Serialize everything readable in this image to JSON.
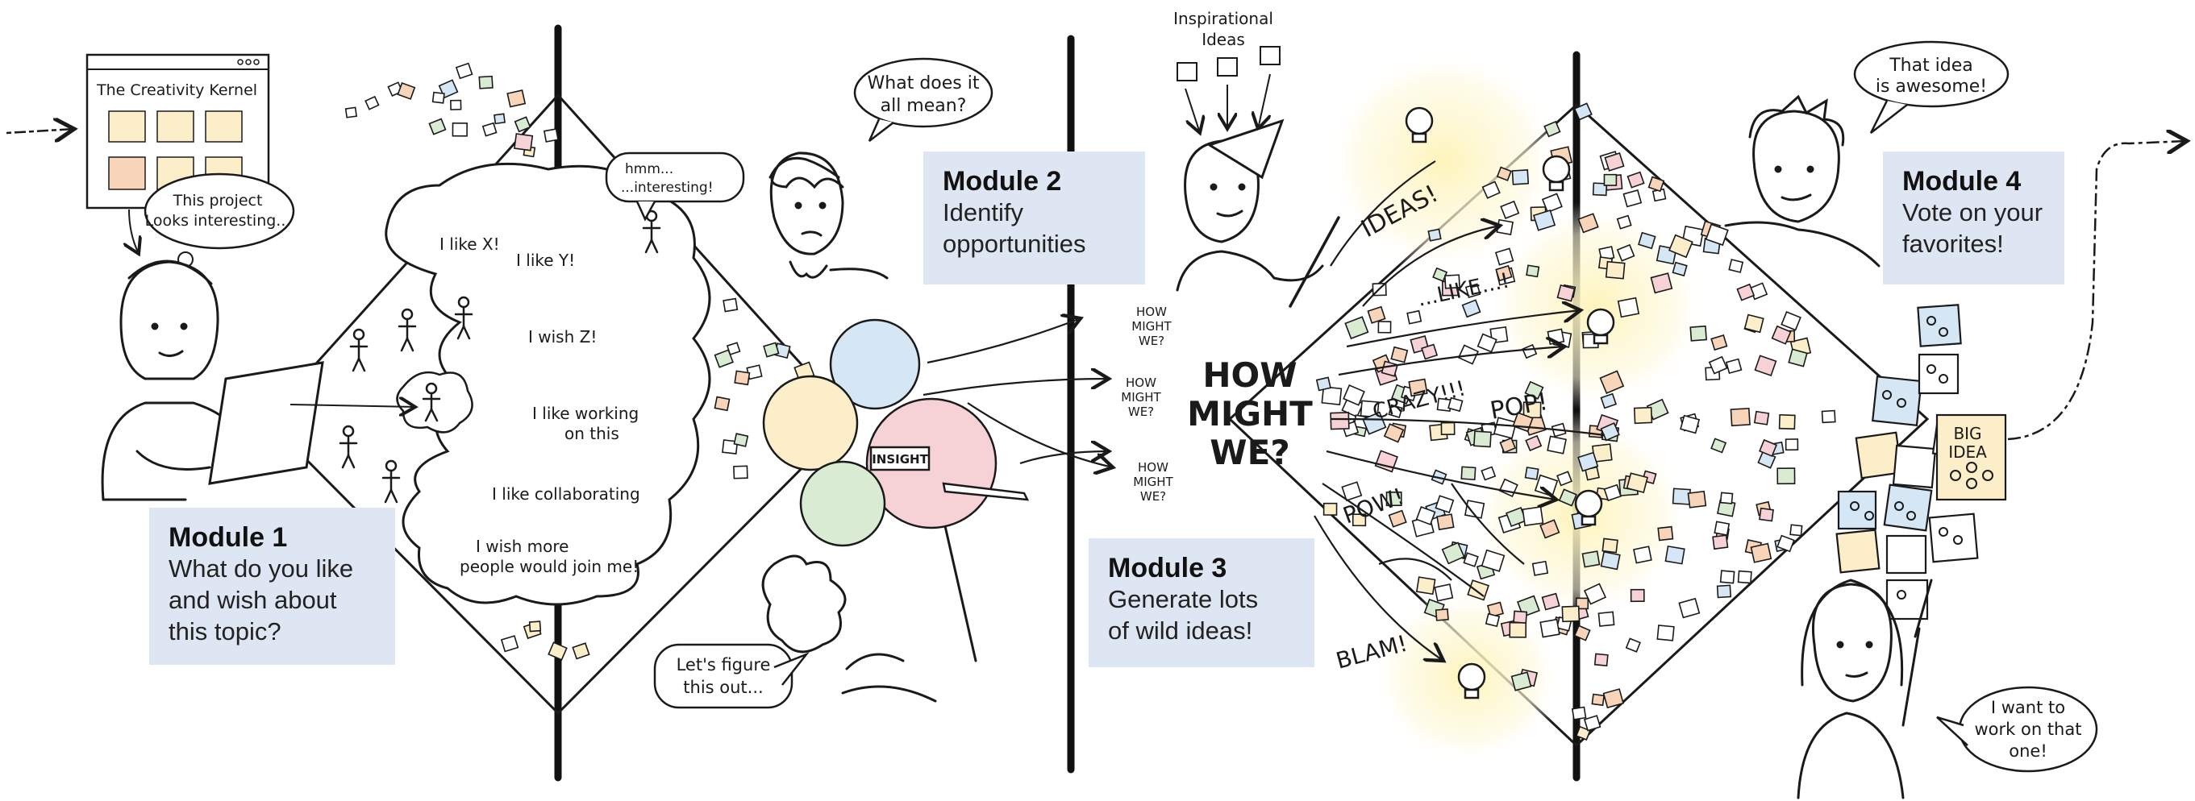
{
  "modules": [
    {
      "title": "Module 1",
      "desc": "What do you like\nand wish about\nthis topic?"
    },
    {
      "title": "Module 2",
      "desc": "Identify\nopportunities"
    },
    {
      "title": "Module 3",
      "desc": "Generate lots\nof wild ideas!"
    },
    {
      "title": "Module 4",
      "desc": "Vote on your\nfavorites!"
    }
  ],
  "browser": {
    "title": "The Creativity Kernel"
  },
  "thoughts": {
    "project": [
      "This project",
      "Looks interesting..."
    ],
    "hmm": [
      "hmm...",
      "...interesting!"
    ],
    "meaning": [
      "What does it",
      "all mean?"
    ],
    "figure": [
      "Let's figure",
      "this out..."
    ],
    "awesome": [
      "That idea",
      "is awesome!"
    ],
    "want": [
      "I want to",
      "work on that",
      "one!"
    ]
  },
  "cloud_items": [
    "I like X!",
    "I like Y!",
    "I wish Z!",
    "I like working",
    "on this",
    "I like collaborating",
    "I wish more",
    "people would join me!"
  ],
  "insight_label": "INSIGHT",
  "inspirational": [
    "Inspirational",
    "Ideas"
  ],
  "how_might_we": {
    "small": [
      "HOW",
      "MIGHT",
      "WE?"
    ],
    "big": [
      "HOW",
      "MIGHT",
      "WE?"
    ]
  },
  "burst_words": [
    "IDEAS!",
    "...LIKE...!",
    "CRAZY!!!",
    "POP!",
    "POW!",
    "BLAM!"
  ],
  "big_idea": [
    "BIG",
    "IDEA"
  ],
  "colors": {
    "module_bg": "#dfe6f3",
    "note_yellow": "#fbeec8",
    "note_peach": "#f8d4b8",
    "note_pink": "#f6d2d7",
    "note_blue": "#d5e7f5",
    "note_green": "#d9ecd3",
    "glow": "#fdf6c8",
    "ink": "#1a1a1a"
  }
}
